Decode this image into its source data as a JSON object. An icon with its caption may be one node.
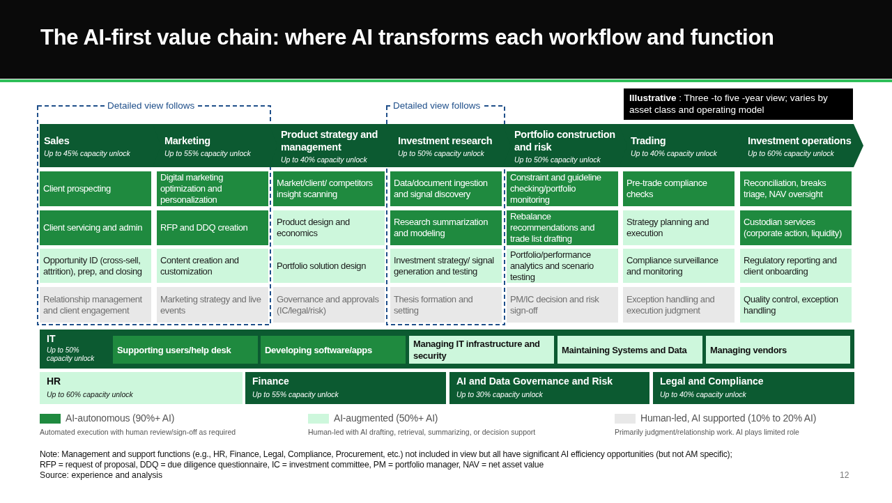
{
  "diagram": {
    "title": "The AI-first value chain: where AI transforms each workflow and function",
    "nodes": [
      {
        "text": [
          "Sales",
          "Up to 45% capacity unlock"
        ]
      },
      {
        "text": [
          "Marketing",
          "Up to 55% capacity unlock"
        ]
      },
      {
        "text": [
          "Product strategy and management",
          "Up to 40% capacity unlock"
        ]
      },
      {
        "text": [
          "Investment research",
          "Up to 50% capacity unlock"
        ]
      },
      {
        "text": [
          "Portfolio construction and risk",
          "Up to 50% capacity unlock"
        ]
      },
      {
        "text": [
          "Trading",
          "Up to 40% capacity unlock"
        ]
      },
      {
        "text": [
          "Investment operations",
          "Up to 60% capacity unlock"
        ]
      },
      {
        "text": [
          "Client prospecting"
        ]
      },
      {
        "text": [
          "Digital marketing optimization and personalization"
        ]
      },
      {
        "text": [
          "Market/client/ competitors insight scanning"
        ]
      },
      {
        "text": [
          "Data/document ingestion and signal discovery"
        ]
      },
      {
        "text": [
          "Constraint and guideline checking/portfolio monitoring"
        ]
      },
      {
        "text": [
          "Pre-trade compliance checks"
        ]
      },
      {
        "text": [
          "Reconciliation, breaks triage, NAV oversight"
        ]
      },
      {
        "text": [
          "Client servicing and admin"
        ]
      },
      {
        "text": [
          "RFP and DDQ creation"
        ]
      },
      {
        "text": [
          "Product design and economics"
        ]
      },
      {
        "text": [
          "Research summarization and modeling"
        ]
      },
      {
        "text": [
          "Rebalance recommendations and trade list drafting"
        ]
      },
      {
        "text": [
          "Strategy planning and execution"
        ]
      },
      {
        "text": [
          "Custodian services (corporate action, liquidity)"
        ]
      },
      {
        "text": [
          "Opportunity ID (cross-sell, attrition), prep, and closing"
        ]
      },
      {
        "text": [
          "Content creation and customization"
        ]
      },
      {
        "text": [
          "Portfolio solution design"
        ]
      },
      {
        "text": [
          "Investment strategy/ signal generation and testing"
        ]
      },
      {
        "text": [
          "Portfolio/performance analytics and scenario testing"
        ]
      },
      {
        "text": [
          "Compliance surveillance and monitoring"
        ]
      },
      {
        "text": [
          "Regulatory reporting and client onboarding"
        ]
      },
      {
        "text": [
          "Relationship management and client engagement"
        ]
      },
      {
        "text": [
          "Marketing strategy and live events"
        ]
      },
      {
        "text": [
          "Governance and approvals (IC/legal/risk)"
        ]
      },
      {
        "text": [
          "Thesis formation and setting"
        ]
      },
      {
        "text": [
          "PM/IC decision and risk sign-off"
        ]
      },
      {
        "text": [
          "Exception handling and execution judgment"
        ]
      },
      {
        "text": [
          "Quality control, exception handling"
        ]
      },
      {
        "text": [
          "IT",
          "Up to 50% capacity unlock"
        ]
      },
      {
        "text": [
          "Supporting users/help desk"
        ],
        "in": 35
      },
      {
        "text": [
          "Developing software/apps"
        ],
        "in": 35
      },
      {
        "text": [
          "Managing IT infrastructure and security"
        ],
        "in": 35
      },
      {
        "text": [
          "Maintaining Systems and Data"
        ],
        "in": 35
      },
      {
        "text": [
          "Managing vendors"
        ],
        "in": 35
      },
      {
        "text": [
          "HR",
          "Up to 60% capacity unlock"
        ]
      },
      {
        "text": [
          "Finance",
          "Up to 55% capacity unlock"
        ]
      },
      {
        "text": [
          "AI and Data Governance and Risk",
          "Up to 30% capacity unlock"
        ]
      },
      {
        "text": [
          "Legal and Compliance",
          "Up to 40% capacity unlock"
        ]
      }
    ],
    "labels": [
      "Detailed view follows",
      "Detailed view follows",
      "**Illustrative** : Three -to five -year view; varies by asset class and operating model",
      "Automated execution with human review/sign-off as required",
      "Human-led with AI drafting, retrieval, summarizing, or decision support",
      "Primarily judgment/relationship work. AI plays limited role",
      "Note: Management and support functions (e.g., HR, Finance, Legal, Compliance, Procurement, etc.) not included in view but all have significant AI efficiency opportunities (but not AM specific); RFP = request of proposal, DDQ = due diligence questionnaire, IC = investment committee, PM = portfolio manager, NAV = net asset value",
      "Source: experience and analysis",
      "12"
    ],
    "legend": [
      {
        "text": "AI-autonomous (90%+ AI)",
        "color": "#1f8a3f"
      },
      {
        "text": "AI-augmented (50%+ AI)",
        "color": "#cdf7dc"
      },
      {
        "text": "Human-led, AI supported (10% to 20% AI)",
        "color": "#e8e8e8"
      }
    ]
  }
}
